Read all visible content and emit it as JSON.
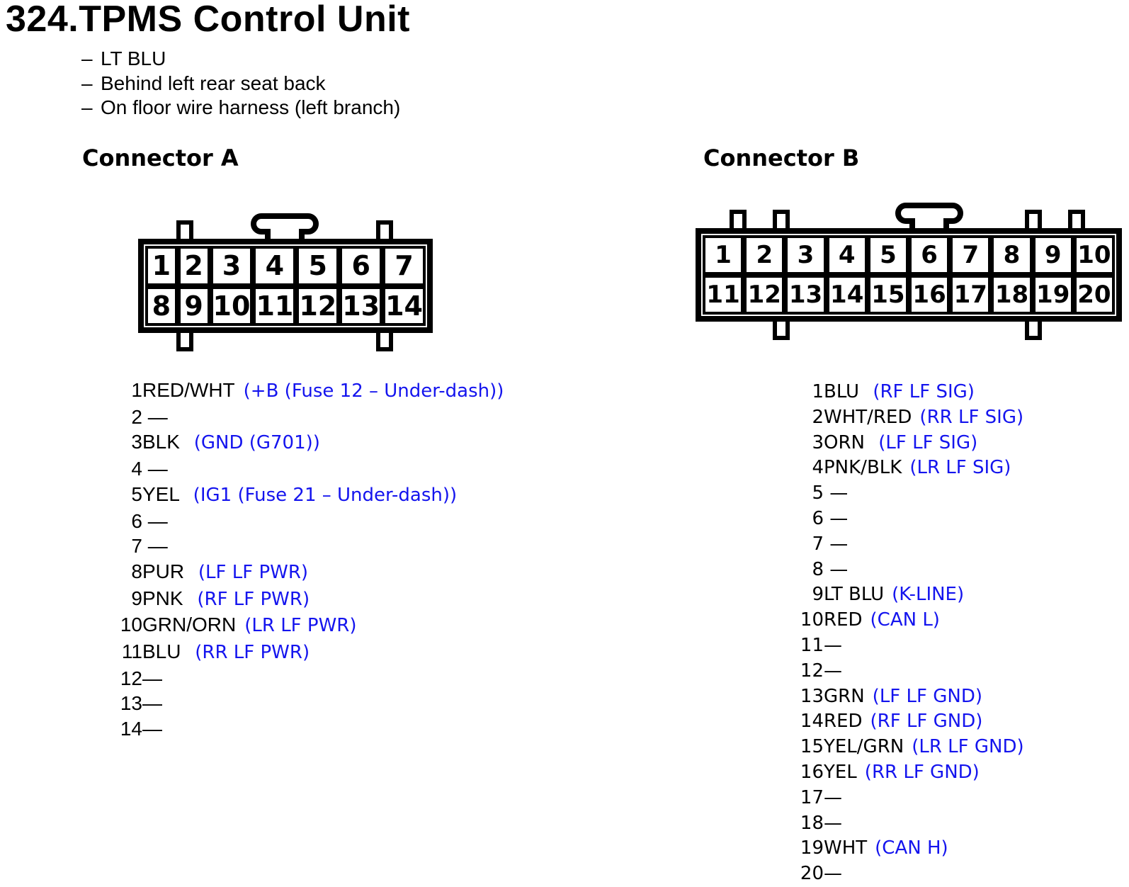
{
  "colors": {
    "link_blue": "#1414ee",
    "ink": "#000000",
    "paper": "#ffffff"
  },
  "title": "324.TPMS Control Unit",
  "location_notes": {
    "dash": "–",
    "items": [
      "LT BLU",
      "Behind left rear seat back",
      "On floor wire harness (left branch)"
    ]
  },
  "connector_a": {
    "heading": "Connector A",
    "cell_numbers_top": [
      "1",
      "2",
      "3",
      "4",
      "5",
      "6",
      "7"
    ],
    "cell_numbers_bottom": [
      "8",
      "9",
      "10",
      "11",
      "12",
      "13",
      "14"
    ],
    "pins": [
      {
        "n": "1",
        "wire": "RED/WHT",
        "signal": "(+B (Fuse 12 – Under-dash))"
      },
      {
        "n": "2",
        "wire": " —",
        "signal": ""
      },
      {
        "n": "3",
        "wire": "BLK ",
        "signal": "(GND (G701))"
      },
      {
        "n": "4",
        "wire": " —",
        "signal": ""
      },
      {
        "n": "5",
        "wire": "YEL ",
        "signal": "(IG1 (Fuse 21 – Under-dash))"
      },
      {
        "n": "6",
        "wire": " —",
        "signal": ""
      },
      {
        "n": "7",
        "wire": " —",
        "signal": ""
      },
      {
        "n": "8",
        "wire": "PUR ",
        "signal": "(LF LF PWR)"
      },
      {
        "n": "9",
        "wire": "PNK ",
        "signal": "(RF LF PWR)"
      },
      {
        "n": "10",
        "wire": "GRN/ORN",
        "signal": "(LR LF PWR)"
      },
      {
        "n": "11",
        "wire": "BLU ",
        "signal": "(RR LF PWR)"
      },
      {
        "n": "12",
        "wire": "—",
        "signal": ""
      },
      {
        "n": "13",
        "wire": "—",
        "signal": ""
      },
      {
        "n": "14",
        "wire": "—",
        "signal": ""
      }
    ]
  },
  "connector_b": {
    "heading": "Connector B",
    "cell_numbers_top": [
      "1",
      "2",
      "3",
      "4",
      "5",
      "6",
      "7",
      "8",
      "9",
      "10"
    ],
    "cell_numbers_bottom": [
      "11",
      "12",
      "13",
      "14",
      "15",
      "16",
      "17",
      "18",
      "19",
      "20"
    ],
    "pins": [
      {
        "n": "1",
        "wire": "BLU ",
        "signal": "(RF LF SIG)"
      },
      {
        "n": "2",
        "wire": "WHT/RED",
        "signal": "(RR LF SIG)"
      },
      {
        "n": "3",
        "wire": "ORN ",
        "signal": "(LF LF SIG)"
      },
      {
        "n": "4",
        "wire": "PNK/BLK",
        "signal": "(LR LF SIG)"
      },
      {
        "n": "5",
        "wire": " —",
        "signal": ""
      },
      {
        "n": "6",
        "wire": " —",
        "signal": ""
      },
      {
        "n": "7",
        "wire": " —",
        "signal": ""
      },
      {
        "n": "8",
        "wire": " —",
        "signal": ""
      },
      {
        "n": "9",
        "wire": "LT BLU",
        "signal": "(K-LINE)"
      },
      {
        "n": "10",
        "wire": "RED",
        "signal": "(CAN L)"
      },
      {
        "n": "11",
        "wire": "—",
        "signal": ""
      },
      {
        "n": "12",
        "wire": "—",
        "signal": ""
      },
      {
        "n": "13",
        "wire": "GRN",
        "signal": "(LF LF GND)"
      },
      {
        "n": "14",
        "wire": "RED",
        "signal": "(RF LF GND)"
      },
      {
        "n": "15",
        "wire": "YEL/GRN",
        "signal": "(LR LF GND)"
      },
      {
        "n": "16",
        "wire": "YEL",
        "signal": "(RR LF GND)"
      },
      {
        "n": "17",
        "wire": "—",
        "signal": ""
      },
      {
        "n": "18",
        "wire": "—",
        "signal": ""
      },
      {
        "n": "19",
        "wire": "WHT",
        "signal": "(CAN H)"
      },
      {
        "n": "20",
        "wire": "—",
        "signal": ""
      }
    ]
  }
}
